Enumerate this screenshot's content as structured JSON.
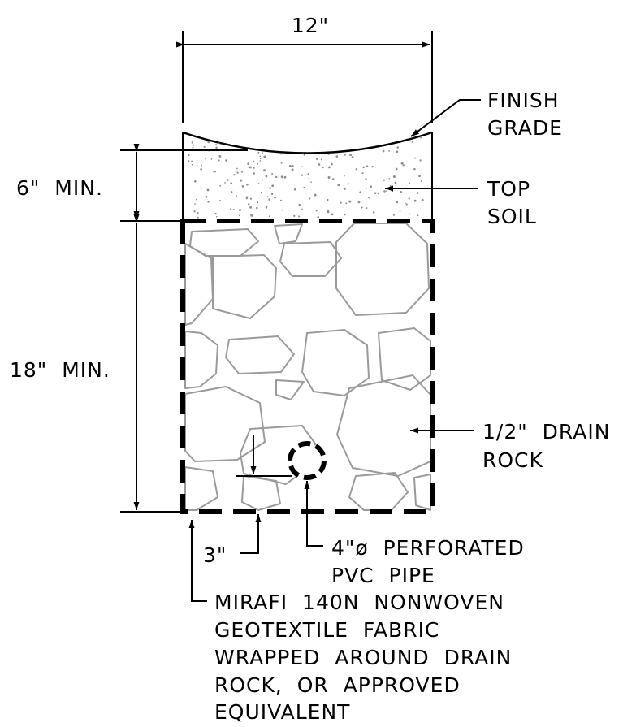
{
  "dimensions": {
    "width": "12\"",
    "top_soil_depth": "6\"  MIN.",
    "rock_depth": "18\"  MIN.",
    "pipe_offset": "3\""
  },
  "labels": {
    "finish_grade": [
      "FINISH",
      "GRADE"
    ],
    "top_soil": [
      "TOP",
      "SOIL"
    ],
    "drain_rock": [
      "1/2\"  DRAIN",
      "ROCK"
    ],
    "pipe": [
      "4\"ø  PERFORATED",
      "PVC  PIPE"
    ],
    "fabric": [
      "MIRAFI  140N  NONWOVEN",
      "GEOTEXTILE  FABRIC",
      "WRAPPED  AROUND  DRAIN",
      "ROCK,  OR  APPROVED",
      "EQUIVALENT"
    ]
  },
  "colors": {
    "line": "#000000",
    "rock_outline": "#9a9a9a",
    "soil_stipple": "#8c8c8c"
  }
}
